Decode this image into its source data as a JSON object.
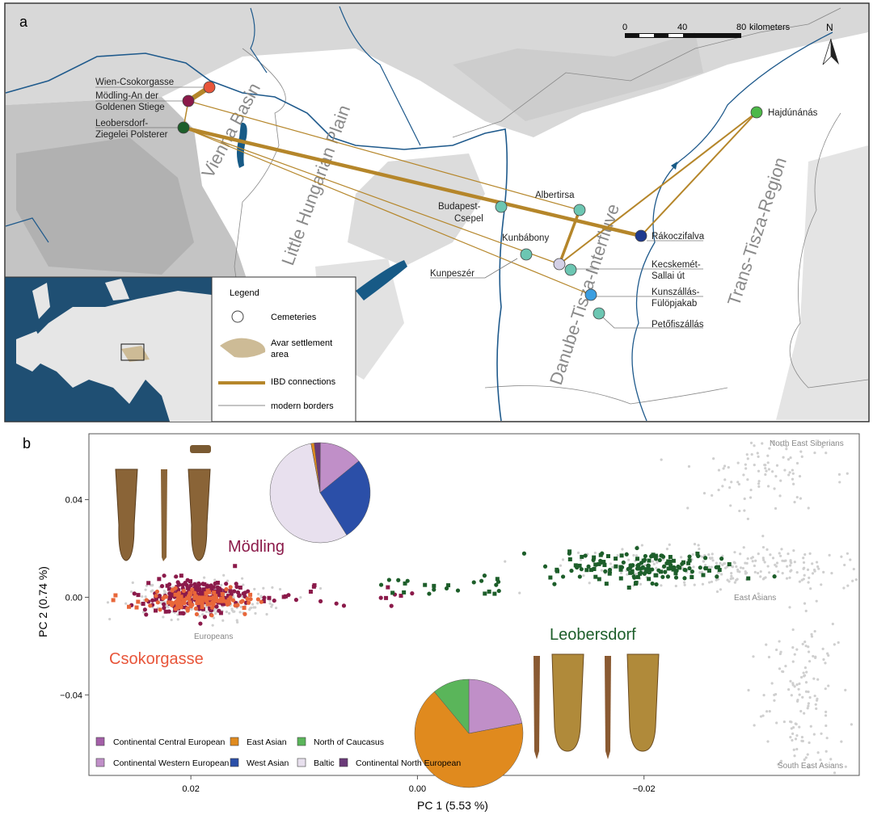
{
  "panel_a": {
    "label": "a",
    "scale_bar": {
      "ticks": [
        "0",
        "40",
        "80"
      ],
      "unit": "kilometers"
    },
    "north": "N",
    "regions": [
      "Vienna Basin",
      "Little Hungarian Plain",
      "Danube-Tisza-Interfluve",
      "Trans-Tisza-Region"
    ],
    "sites": [
      {
        "name": "Wien-Csokorgasse",
        "color": "#e8553a"
      },
      {
        "name": "Mödling-An der",
        "name2": "Goldenen Stiege",
        "color": "#8b1a4a"
      },
      {
        "name": "Leobersdorf-",
        "name2": "Ziegelei Polsterer",
        "color": "#1d5e2a"
      },
      {
        "name": "Budapest-",
        "name2": "Csepel",
        "color": "#6cc6b2"
      },
      {
        "name": "Albertirsa",
        "color": "#6cc6b2"
      },
      {
        "name": "Kunbábony",
        "color": "#6cc6b2"
      },
      {
        "name": "Kunpeszér",
        "color": "#6cc6b2"
      },
      {
        "name": "Kecskemét-",
        "name2": "Sallai út",
        "color": "#6cc6b2"
      },
      {
        "name": "Kunszállás-",
        "name2": "Fülöpjakab",
        "color": "#3b9ee0"
      },
      {
        "name": "Petőfiszállás",
        "color": "#6cc6b2"
      },
      {
        "name": "Rákoczifalva",
        "color": "#1f3a8f"
      },
      {
        "name": "Hajdúnánás",
        "color": "#4db848"
      }
    ],
    "legend": {
      "title": "Legend",
      "items": [
        "Cemeteries",
        "Avar settlement",
        "area",
        "IBD connections",
        "modern borders"
      ]
    },
    "colors": {
      "ibd": "#b5862a",
      "river": "#1f5a8c",
      "lake": "#175a86",
      "avar": "#cdbb96"
    }
  },
  "panel_b": {
    "label": "b",
    "group_labels": {
      "modling": "Mödling",
      "csokorgasse": "Csokorgasse",
      "leobersdorf": "Leobersdorf"
    },
    "group_colors": {
      "modling": "#8b1a4a",
      "csokorgasse": "#e8673a",
      "leobersdorf": "#1d5e2a"
    },
    "reference_labels": [
      "North East Siberians",
      "East Asians",
      "Europeans",
      "South East Asians"
    ],
    "legend": [
      {
        "label": "Continental Central European",
        "color": "#a45fa8"
      },
      {
        "label": "East Asian",
        "color": "#e08a1e"
      },
      {
        "label": "North of Caucasus",
        "color": "#5ab55a"
      },
      {
        "label": "Continental Western European",
        "color": "#c08fc8"
      },
      {
        "label": "West Asian",
        "color": "#2b4fa8"
      },
      {
        "label": "Baltic",
        "color": "#e8e0ee"
      },
      {
        "label": "Continental North European",
        "color": "#6a3a78"
      }
    ]
  },
  "chart_data": {
    "type": "scatter",
    "xlabel": "PC 1 (5.53 %)",
    "ylabel": "PC 2 (0.74 %)",
    "x_ticks": [
      "0.02",
      "0.00",
      "−0.02"
    ],
    "y_ticks": [
      "0.04",
      "0.00",
      "−0.04"
    ],
    "x_tick_values": [
      0.02,
      0.0,
      -0.02
    ],
    "y_tick_values": [
      0.04,
      0.0,
      -0.04
    ],
    "xlim": [
      0.029,
      -0.039
    ],
    "ylim": [
      -0.073,
      0.067
    ],
    "x_reversed": true,
    "clusters": [
      {
        "name": "Europeans",
        "kind": "reference",
        "cx": 0.019,
        "cy": -0.001,
        "sx": 0.003,
        "sy": 0.004,
        "n": 260
      },
      {
        "name": "East Asians",
        "kind": "reference",
        "cx": -0.027,
        "cy": 0.012,
        "sx": 0.008,
        "sy": 0.004,
        "n": 260
      },
      {
        "name": "North East Siberians",
        "kind": "reference",
        "cx": -0.031,
        "cy": 0.05,
        "sx": 0.003,
        "sy": 0.008,
        "n": 90
      },
      {
        "name": "South East Asians",
        "kind": "reference",
        "cx": -0.034,
        "cy": -0.04,
        "sx": 0.002,
        "sy": 0.02,
        "n": 140
      },
      {
        "name": "Mödling",
        "kind": "sample",
        "cx": 0.0195,
        "cy": 0.0005,
        "sx": 0.0022,
        "sy": 0.0035,
        "n": 230
      },
      {
        "name": "Csokorgasse",
        "kind": "sample",
        "cx": 0.0195,
        "cy": -0.001,
        "sx": 0.0022,
        "sy": 0.0025,
        "n": 120
      },
      {
        "name": "Leobersdorf",
        "kind": "sample",
        "cx": -0.0195,
        "cy": 0.012,
        "sx": 0.004,
        "sy": 0.003,
        "n": 180
      }
    ],
    "pies": [
      {
        "group": "Mödling",
        "slices": [
          {
            "label": "Continental North European",
            "value": 2
          },
          {
            "label": "Continental Western European",
            "value": 14
          },
          {
            "label": "West Asian",
            "value": 27
          },
          {
            "label": "Baltic",
            "value": 56
          },
          {
            "label": "East Asian",
            "value": 1
          }
        ]
      },
      {
        "group": "Leobersdorf",
        "slices": [
          {
            "label": "Continental Western European",
            "value": 22
          },
          {
            "label": "East Asian",
            "value": 67
          },
          {
            "label": "North of Caucasus",
            "value": 11
          }
        ]
      }
    ]
  }
}
